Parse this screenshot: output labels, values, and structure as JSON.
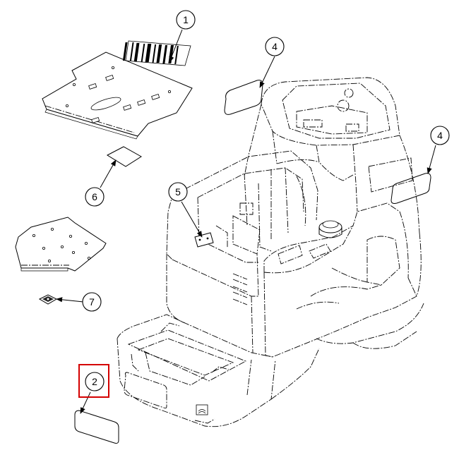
{
  "diagram": {
    "callouts": [
      {
        "id": "c1",
        "label": "1"
      },
      {
        "id": "c2",
        "label": "2"
      },
      {
        "id": "c4a",
        "label": "4"
      },
      {
        "id": "c4b",
        "label": "4"
      },
      {
        "id": "c5",
        "label": "5"
      },
      {
        "id": "c6",
        "label": "6"
      },
      {
        "id": "c7",
        "label": "7"
      }
    ],
    "highlight_color": "#d40000",
    "line_color": "#000000",
    "background": "#ffffff"
  }
}
